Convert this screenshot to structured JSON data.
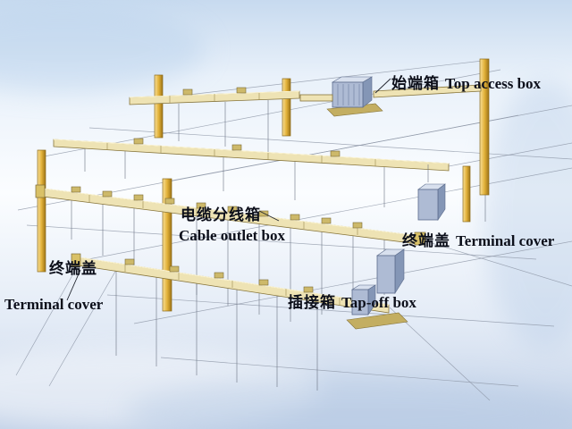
{
  "labels": {
    "top_access": {
      "zh": "始端箱",
      "en": "Top access box"
    },
    "cable_outlet": {
      "zh": "电缆分线箱",
      "en": "Cable outlet box"
    },
    "terminal_cover_right": {
      "zh": "终端盖",
      "en": "Terminal cover"
    },
    "tap_off": {
      "zh": "插接箱",
      "en": "Tap-off box"
    },
    "terminal_cover_left": {
      "zh": "终端盖",
      "en": "Terminal cover"
    }
  },
  "colors": {
    "background_top": "#c7daef",
    "background_middle": "#fbfdff",
    "background_bottom": "#c2d1e7",
    "column_gold": "#e3b23a",
    "busway_fill": "#eee3b4",
    "box_blue": "#aebbd4",
    "grid_line": "#8d96a6",
    "text": "#0c0f1a"
  }
}
